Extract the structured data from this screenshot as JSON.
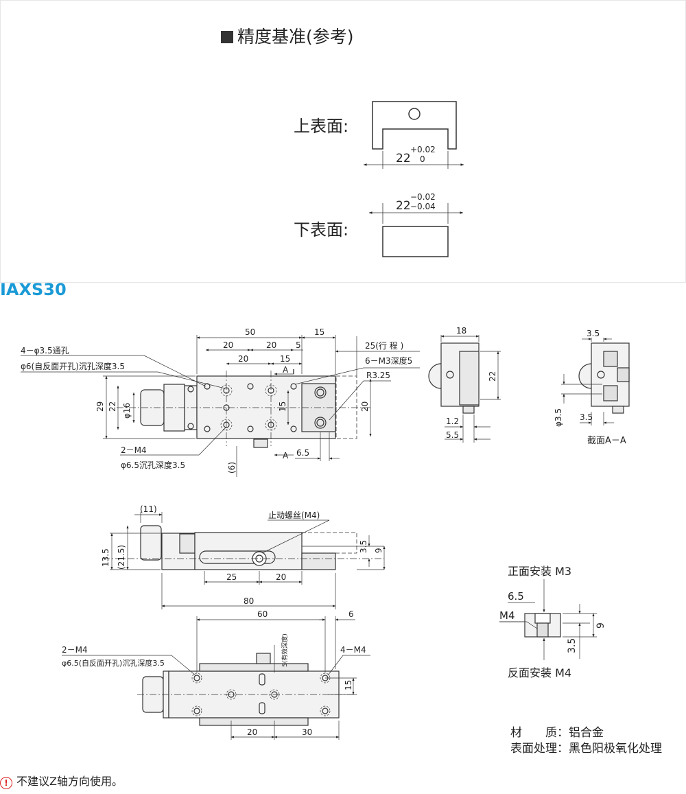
{
  "precision": {
    "title": "精度基准(参考)",
    "upper_label": "上表面:",
    "upper_dim": "22",
    "upper_tol_plus": "+0.02",
    "upper_tol_minus": "0",
    "lower_label": "下表面:",
    "lower_dim": "22",
    "lower_tol_plus": "−0.02",
    "lower_tol_minus": "−0.04"
  },
  "model": "IAXS30",
  "top_view": {
    "dim_50": "50",
    "dim_15a": "15",
    "dim_25": "25(行 程 )",
    "dim_20a": "20",
    "dim_20b": "20",
    "dim_5": "5",
    "dim_20c": "20",
    "dim_15b": "15",
    "label_a_top": "A",
    "label_a_bottom": "A",
    "callout_thru": "4－φ3.5通孔",
    "callout_cbore": "φ6(自反面开孔)沉孔深度3.5",
    "callout_m3": "6－M3深度5",
    "callout_r": "R3.25",
    "dim_29": "29",
    "dim_22": "22",
    "dim_phi16": "φ16",
    "dim_15v": "15",
    "dim_20v": "20",
    "callout_m4": "2－M4",
    "callout_m4_cb": "φ6.5沉孔深度3.5",
    "dim_6_5": "6.5",
    "dim_6p": "(6)"
  },
  "side_view": {
    "dim_18": "18",
    "dim_22": "22",
    "dim_1_2": "1.2",
    "dim_5_5": "5.5"
  },
  "section_view": {
    "dim_3_5a": "3.5",
    "dim_3_5b": "3.5",
    "dim_phi3_5": "φ3.5",
    "caption": "截面A－A"
  },
  "front_view": {
    "dim_11": "(11)",
    "callout_screw": "止动螺丝(M4)",
    "dim_13_5": "13.5",
    "dim_21_5": "(21.5)",
    "dim_3_5": "3.5",
    "dim_9": "9",
    "dim_25": "25",
    "dim_20": "20",
    "dim_80": "80"
  },
  "bottom_view": {
    "dim_60": "60",
    "dim_6": "6",
    "dim_5eff": "5(有效深度)",
    "callout_m4": "2－M4",
    "callout_m4_cb": "φ6.5(自反面开孔)沉孔深度3.5",
    "callout_4m4": "4－M4",
    "dim_15": "15",
    "dim_20": "20",
    "dim_30": "30"
  },
  "mount_detail": {
    "front_label": "正面安装 M3",
    "dim_6_5": "6.5",
    "m4": "M4",
    "dim_9": "9",
    "dim_3_5": "3.5",
    "back_label": "反面安装 M4"
  },
  "material": {
    "mat_line": "材　　质：铝合金",
    "surf_line": "表面处理：黑色阳极氧化处理"
  },
  "note": "不建议Z轴方向使用。"
}
